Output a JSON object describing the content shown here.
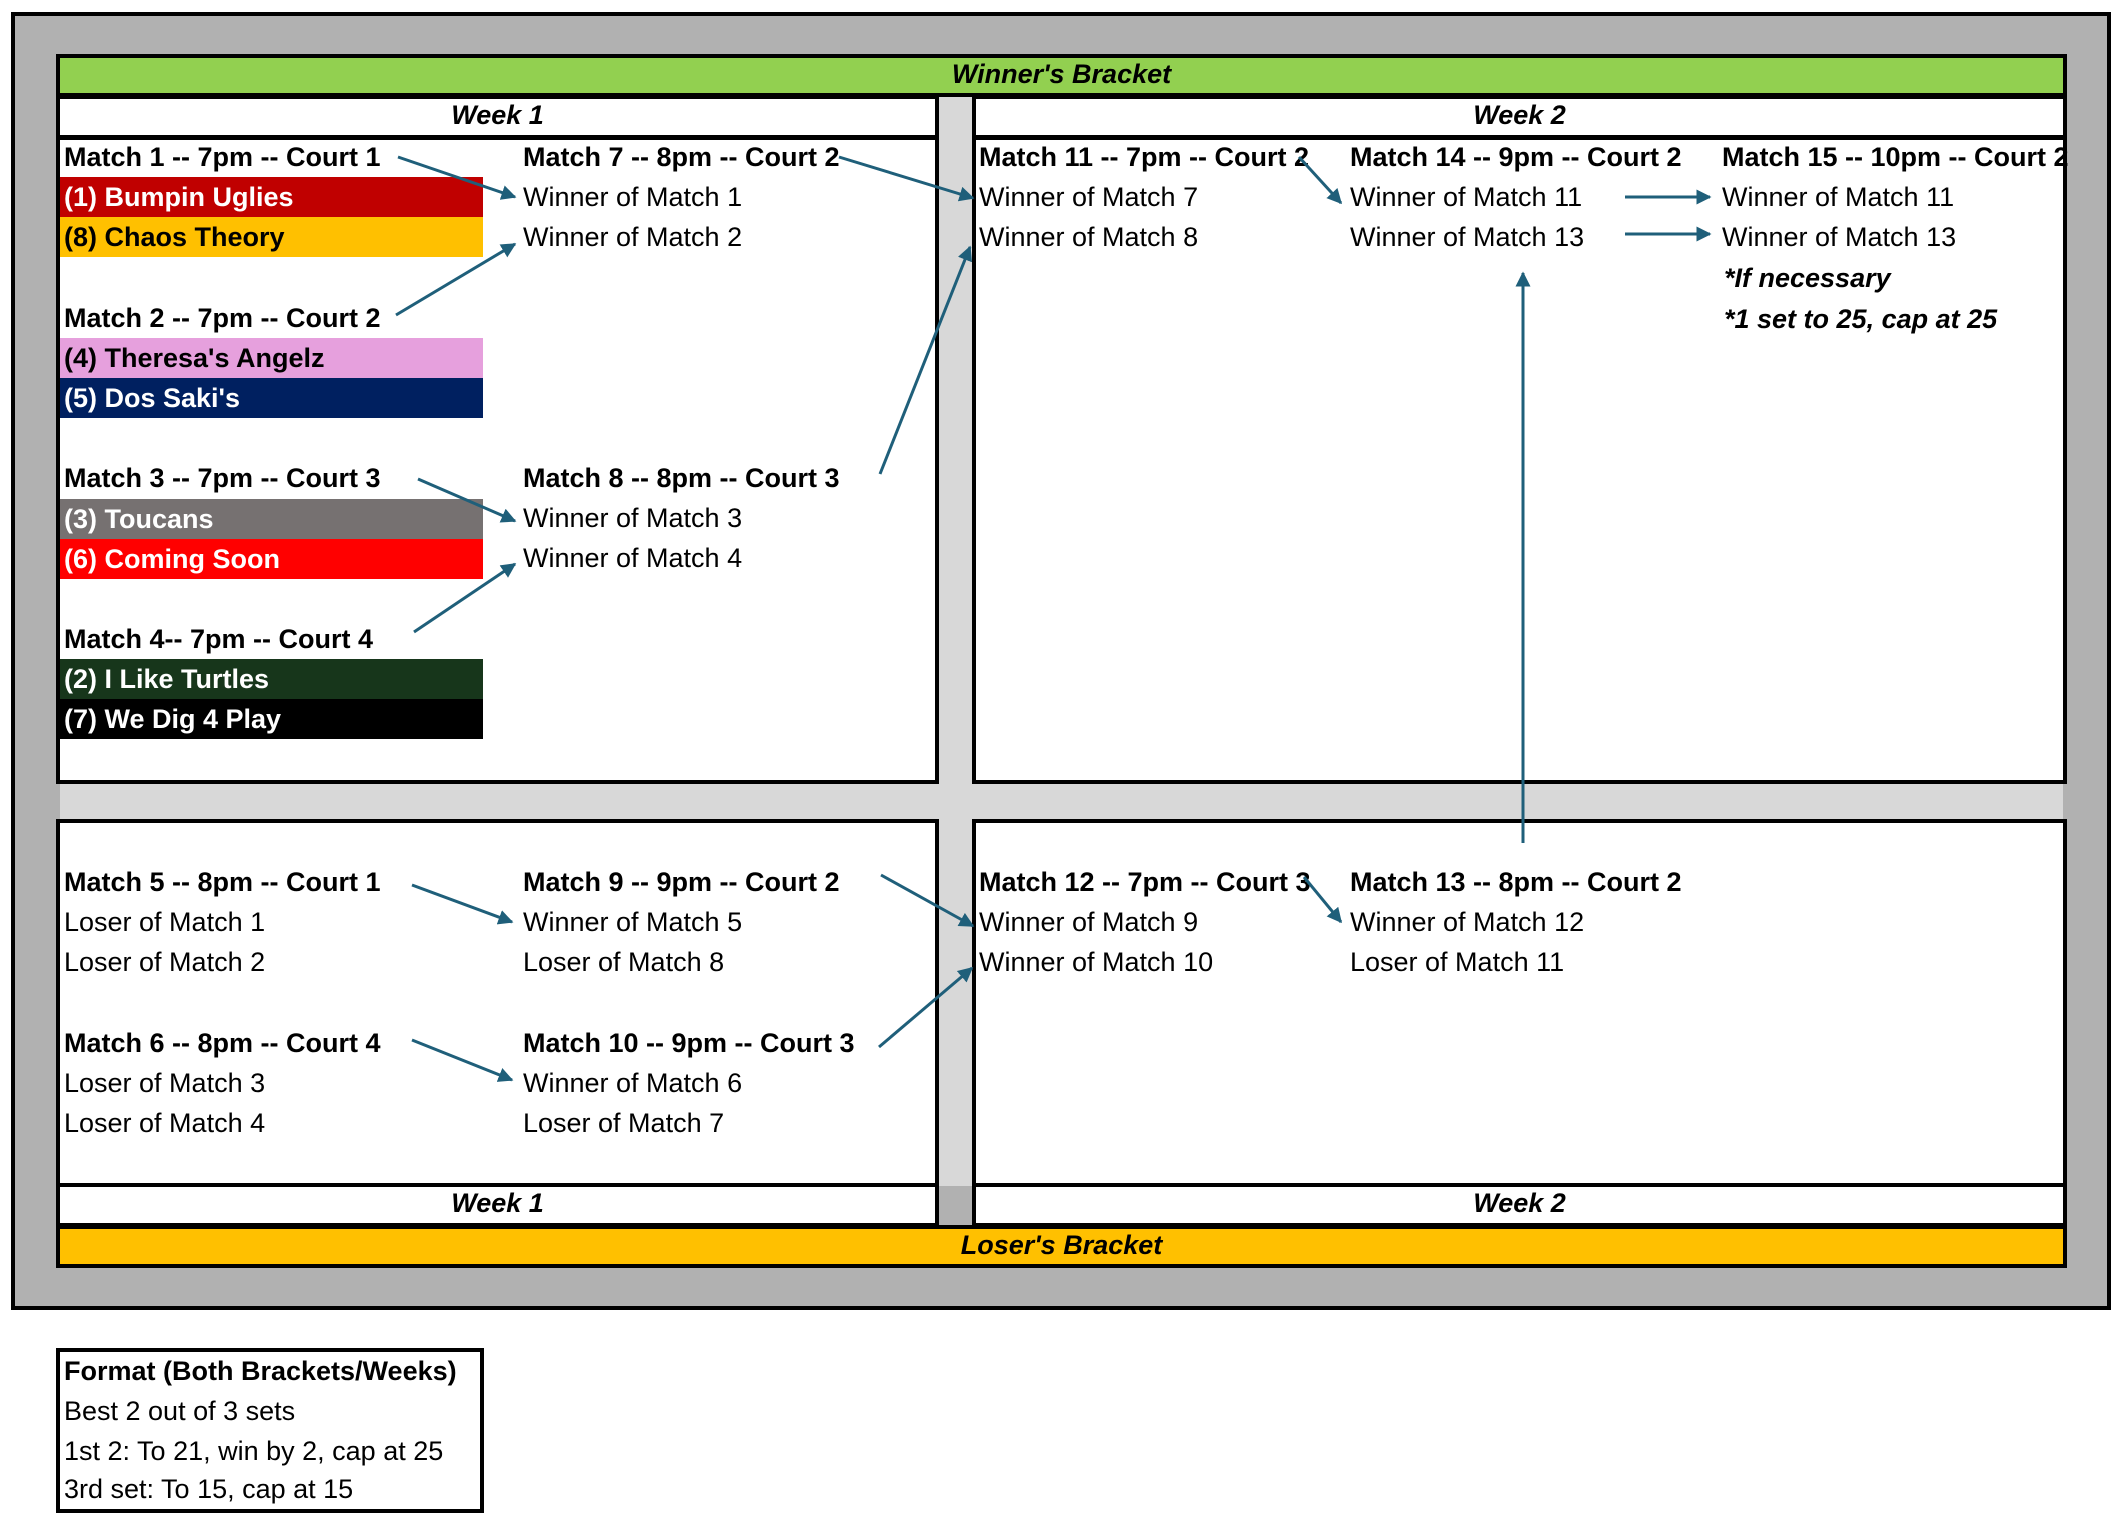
{
  "brackets": {
    "winners_title": "Winner's Bracket",
    "losers_title": "Loser's Bracket",
    "week1": "Week 1",
    "week2": "Week 2"
  },
  "winners": {
    "m1": {
      "header": "Match 1 -- 7pm -- Court 1",
      "team1": "(1) Bumpin Uglies",
      "team2": "(8) Chaos Theory"
    },
    "m2": {
      "header": "Match 2 -- 7pm -- Court 2",
      "team1": "(4) Theresa's Angelz",
      "team2": "(5) Dos Saki's"
    },
    "m3": {
      "header": "Match 3 -- 7pm -- Court 3",
      "team1": "(3) Toucans",
      "team2": "(6) Coming Soon"
    },
    "m4": {
      "header": "Match 4-- 7pm -- Court 4",
      "team1": "(2) I Like Turtles",
      "team2": "(7) We Dig 4 Play"
    },
    "m7": {
      "header": "Match 7 -- 8pm -- Court 2",
      "line1": "Winner of Match 1",
      "line2": "Winner of Match 2"
    },
    "m8": {
      "header": "Match 8 -- 8pm -- Court 3",
      "line1": "Winner of Match 3",
      "line2": "Winner of Match 4"
    },
    "m11": {
      "header": "Match 11 -- 7pm -- Court 2",
      "line1": "Winner of Match 7",
      "line2": "Winner of Match 8"
    },
    "m14": {
      "header": "Match 14 -- 9pm -- Court 2",
      "line1": "Winner of Match 11",
      "line2": "Winner of Match 13"
    },
    "m15": {
      "header": "Match 15 -- 10pm -- Court 2",
      "line1": "Winner of Match 11",
      "line2": "Winner of Match 13",
      "note1": "*If necessary",
      "note2": "*1 set to 25, cap at 25"
    }
  },
  "losers": {
    "m5": {
      "header": "Match 5 -- 8pm -- Court 1",
      "line1": "Loser of Match 1",
      "line2": "Loser of Match 2"
    },
    "m6": {
      "header": "Match 6 -- 8pm -- Court 4",
      "line1": "Loser of Match 3",
      "line2": "Loser of Match 4"
    },
    "m9": {
      "header": "Match 9 -- 9pm -- Court 2",
      "line1": "Winner of Match 5",
      "line2": "Loser of Match 8"
    },
    "m10": {
      "header": "Match 10 -- 9pm -- Court 3",
      "line1": "Winner of Match 6",
      "line2": "Loser of Match 7"
    },
    "m12": {
      "header": "Match 12 -- 7pm -- Court 3",
      "line1": "Winner of Match 9",
      "line2": "Winner of Match 10"
    },
    "m13": {
      "header": "Match 13 -- 8pm -- Court 2",
      "line1": "Winner of Match 12",
      "line2": "Loser of Match 11"
    }
  },
  "format": {
    "title": "Format (Both Brackets/Weeks)",
    "line1": "Best 2 out of 3 sets",
    "line2": "1st 2: To 21, win by 2, cap at 25",
    "line3": "3rd set: To 15, cap at 15"
  },
  "colors": {
    "winners_bar": "#92d050",
    "losers_bar": "#ffc000",
    "arrow": "#1f5f7a",
    "team_m1_1": "#c00000",
    "team_m1_2": "#ffc000",
    "team_m2_1": "#e6a0dd",
    "team_m2_2": "#002060",
    "team_m3_1": "#767171",
    "team_m3_2": "#ff0000",
    "team_m4_1": "#17361b",
    "team_m4_2": "#000000"
  }
}
